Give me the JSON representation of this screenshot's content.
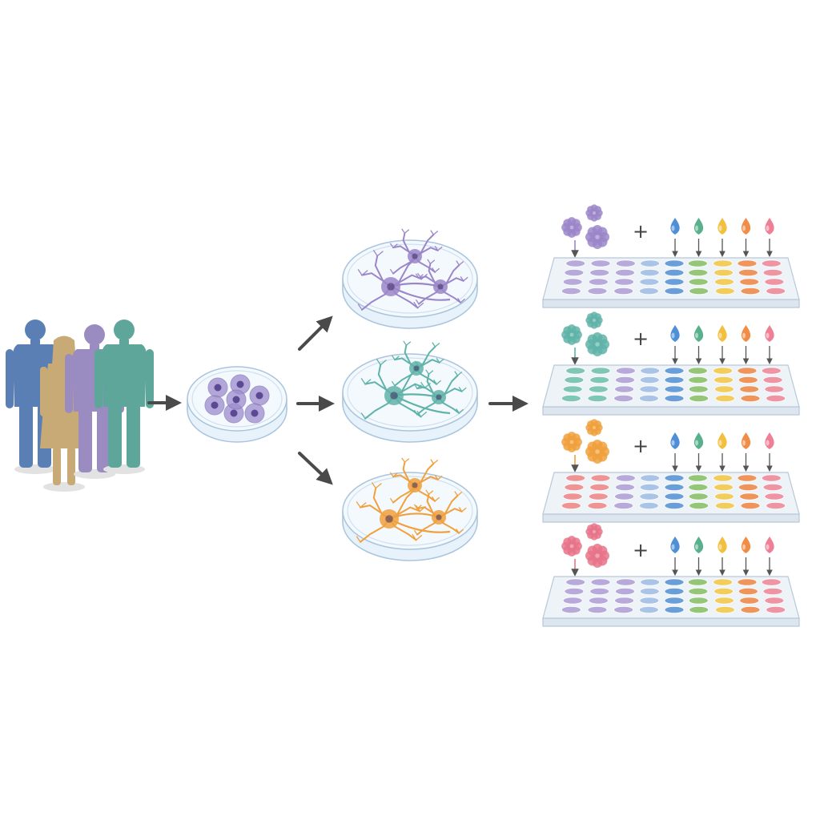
{
  "colors": {
    "background": "#ffffff",
    "arrow": "#4a4a4a",
    "dish_fill": "#e8f2fb",
    "dish_stroke": "#a9c4de",
    "plate_fill": "#eef3f8",
    "plate_stroke": "#b7c8da",
    "person_blue": "#5a7fb5",
    "person_teal": "#5fa69a",
    "person_purple": "#9a8bc0",
    "person_tan": "#c8aa77",
    "progenitor": "#9d8ccc",
    "neuron_purple": "#9b86c9",
    "neuron_teal": "#5fb3a8",
    "neuron_orange": "#f0a03c",
    "well_palette": [
      "#b3a2d8",
      "#b3a2d8",
      "#b3a2d8",
      "#a3bfe6",
      "#5b95d6",
      "#8cc26a",
      "#f3c94b",
      "#f08a4b",
      "#f08a9a"
    ],
    "drop_palette": [
      "#4f8fd6",
      "#58b08c",
      "#f2bf3e",
      "#f08c45",
      "#ef7f95"
    ]
  },
  "donors": [
    {
      "name": "donor-man-blue",
      "color": "#5a7fb5"
    },
    {
      "name": "donor-woman-teal",
      "color": "#5fa69a"
    },
    {
      "name": "donor-man-purple",
      "color": "#9a8bc0"
    },
    {
      "name": "donor-man-tan",
      "color": "#c8aa77"
    }
  ],
  "neuron_dishes": [
    {
      "name": "neuron-dish-purple",
      "color": "#9b86c9"
    },
    {
      "name": "neuron-dish-teal",
      "color": "#5fb3a8"
    },
    {
      "name": "neuron-dish-orange",
      "color": "#f0a03c"
    }
  ],
  "screen_rows": [
    {
      "name": "screen-row-purple",
      "compound_color": "#9b86c9",
      "first_wells_color": "#b3a2d8",
      "plus_sign": "+"
    },
    {
      "name": "screen-row-teal",
      "compound_color": "#5fb3a8",
      "first_wells_color": "#73c2ae",
      "plus_sign": "+"
    },
    {
      "name": "screen-row-orange",
      "compound_color": "#f0a03c",
      "first_wells_color": "#ef8a8a",
      "plus_sign": "+"
    },
    {
      "name": "screen-row-pink",
      "compound_color": "#e8748a",
      "first_wells_color": "#b3a2d8",
      "plus_sign": "+"
    }
  ]
}
